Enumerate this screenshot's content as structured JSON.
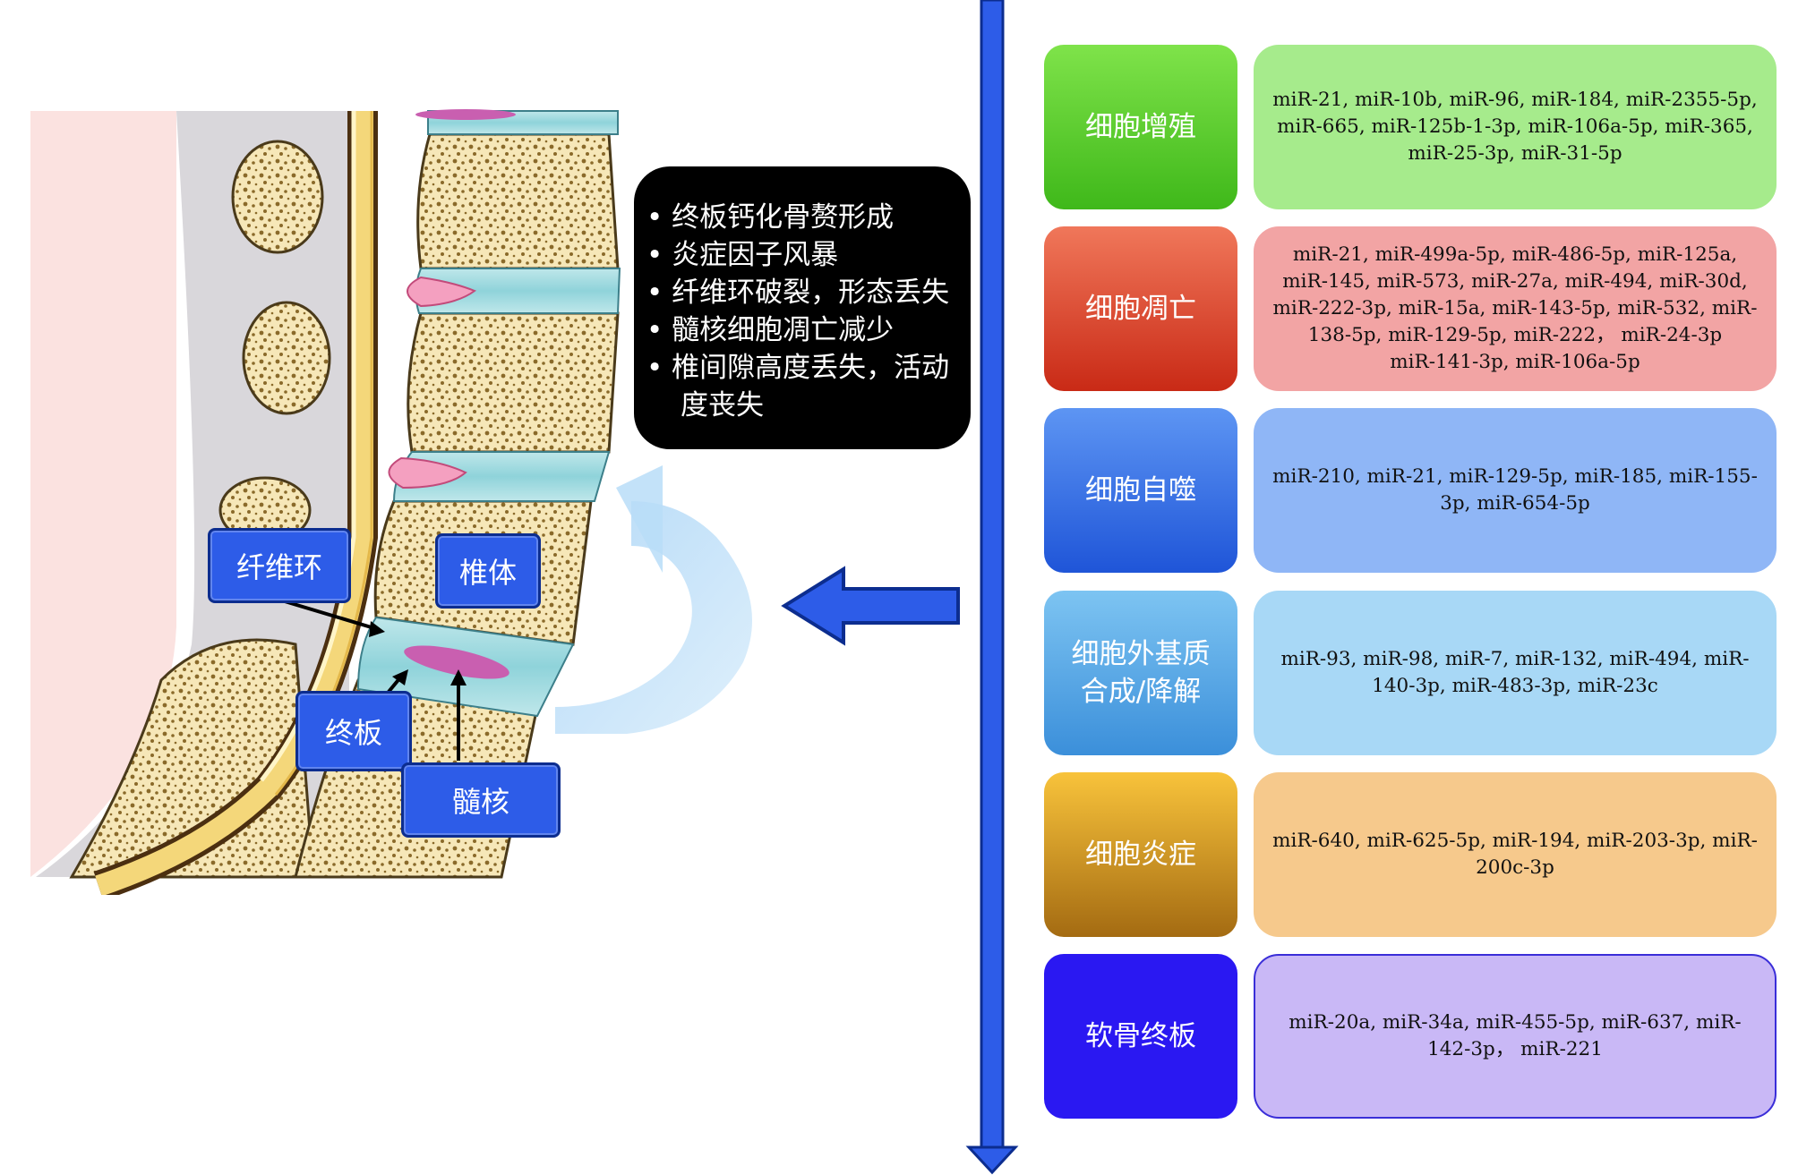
{
  "spine_labels": {
    "annulus": "纤维环",
    "vertebra": "椎体",
    "endplate": "终板",
    "nucleus": "髓核"
  },
  "effects_box": {
    "lines": [
      "终板钙化骨赘形成",
      "炎症因子风暴",
      "纤维环破裂，形态丢失",
      "髓核细胞凋亡减少",
      "椎间隙高度丢失，活动",
      "度丧失"
    ]
  },
  "rows": [
    {
      "category": "细胞增殖",
      "mirs": [
        "miR-21, miR-10b, miR-96, miR-184, miR-2355-5p,",
        "miR-665, miR-125b-1-3p, miR-106a-5p, miR-365,",
        "miR-25-3p, miR-31-5p"
      ],
      "cat_color_top": "#7fe34a",
      "cat_color_bottom": "#3fb81a",
      "box_color": "#a6eb8c"
    },
    {
      "category": "细胞凋亡",
      "mirs": [
        "miR-21, miR-499a-5p, miR-486-5p, miR-125a,",
        "miR-145, miR-573, miR-27a, miR-494, miR-30d,",
        "miR-222-3p, miR-15a, miR-143-5p, miR-532, miR-",
        "138-5p, miR-129-5p, miR-222， miR-24-3p",
        "miR-141-3p, miR-106a-5p"
      ],
      "cat_color_top": "#f0775a",
      "cat_color_bottom": "#c92a16",
      "box_color": "#f2a4a4"
    },
    {
      "category": "细胞自噬",
      "mirs": [
        "miR-210, miR-21, miR-129-5p, miR-185, miR-155-",
        "3p, miR-654-5p"
      ],
      "cat_color_top": "#5d95f3",
      "cat_color_bottom": "#1f55d8",
      "box_color": "#8fb6f6"
    },
    {
      "category": "细胞外基质合成/降解",
      "category_lines": [
        "细胞外基质",
        "合成/降解"
      ],
      "mirs": [
        "miR-93, miR-98, miR-7, miR-132, miR-494, miR-",
        "140-3p, miR-483-3p, miR-23c"
      ],
      "cat_color_top": "#7dc4f2",
      "cat_color_bottom": "#3b8fda",
      "box_color": "#a8d8f6"
    },
    {
      "category": "细胞炎症",
      "mirs": [
        "miR-640, miR-625-5p, miR-194, miR-203-3p, miR-",
        "200c-3p"
      ],
      "cat_color_top": "#f8c33b",
      "cat_color_bottom": "#a46b12",
      "box_color": "#f6c98c"
    },
    {
      "category": "软骨终板",
      "mirs": [
        "miR-20a, miR-34a, miR-455-5p, miR-637, miR-",
        "142-3p， miR-221"
      ],
      "cat_color_top": "#2a18f2",
      "cat_color_bottom": "#2a18f2",
      "box_color": "#c9b8f6"
    }
  ]
}
